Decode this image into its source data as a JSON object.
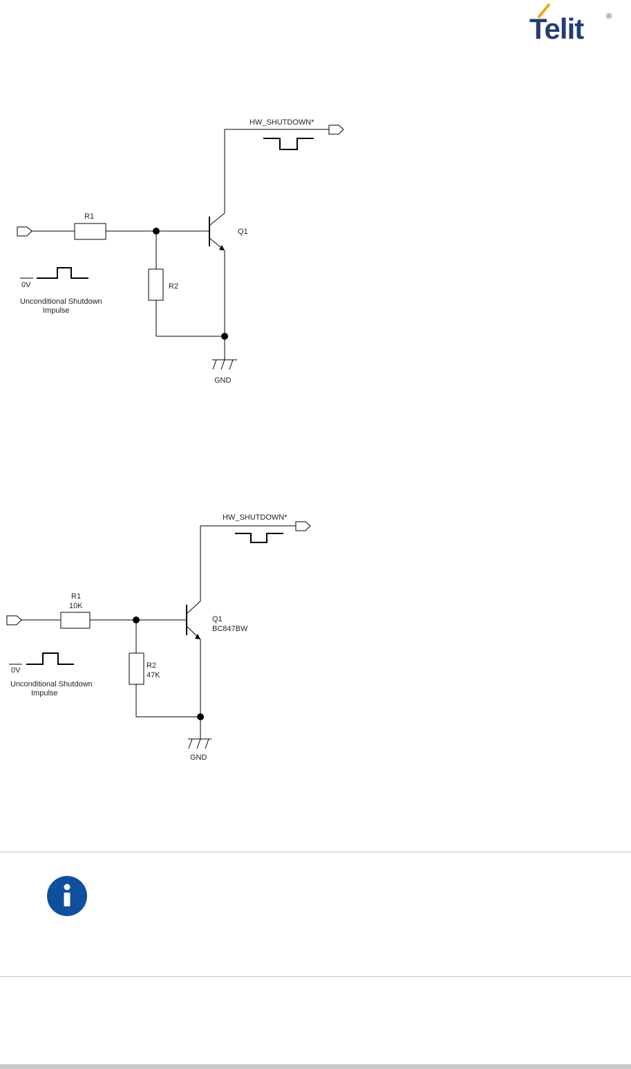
{
  "logo": {
    "text": "Telit",
    "reg": "®",
    "accent": "#f2a900",
    "brand": "#243c73"
  },
  "fig1": {
    "net": "HW_SHUTDOWN*",
    "r1": "R1",
    "r2": "R2",
    "q1": "Q1",
    "zero": "0V",
    "impulse1": "Unconditional Shutdown",
    "impulse2": "Impulse",
    "gnd": "GND"
  },
  "fig2": {
    "net": "HW_SHUTDOWN*",
    "r1": "R1",
    "r1_val": "10K",
    "r2": "R2",
    "r2_val": "47K",
    "q1": "Q1",
    "q1_part": "BC847BW",
    "zero": "0V",
    "impulse1": "Unconditional Shutdown",
    "impulse2": "Impulse",
    "gnd": "GND"
  },
  "note": {
    "icon": "info-icon",
    "color": "#0f4fa0"
  }
}
